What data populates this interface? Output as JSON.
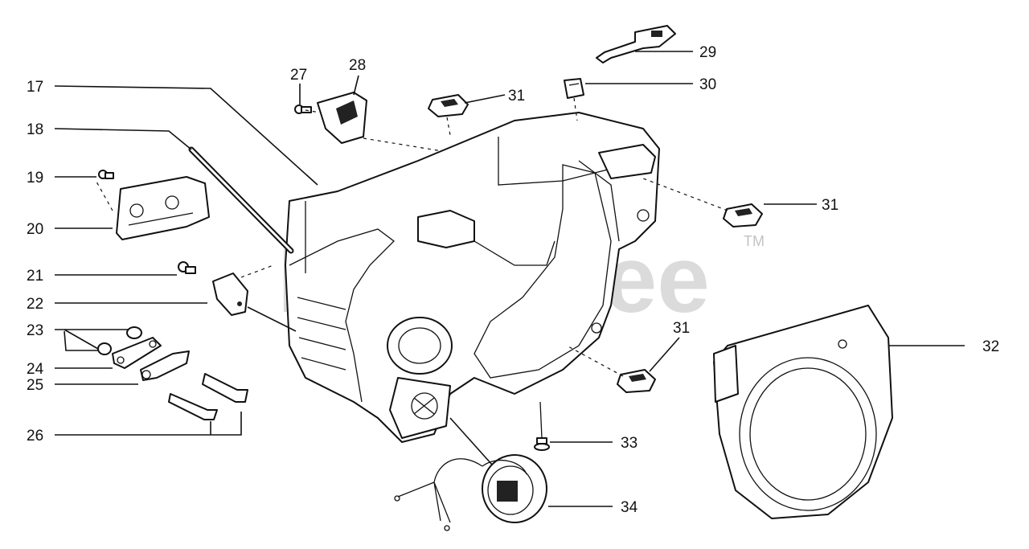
{
  "watermark": {
    "text": "PartsTree",
    "trademark": "TM"
  },
  "callouts": [
    {
      "id": "17",
      "label": "17"
    },
    {
      "id": "18",
      "label": "18"
    },
    {
      "id": "19",
      "label": "19"
    },
    {
      "id": "20",
      "label": "20"
    },
    {
      "id": "21",
      "label": "21"
    },
    {
      "id": "22",
      "label": "22"
    },
    {
      "id": "23",
      "label": "23"
    },
    {
      "id": "24",
      "label": "24"
    },
    {
      "id": "25",
      "label": "25"
    },
    {
      "id": "26",
      "label": "26"
    },
    {
      "id": "27",
      "label": "27"
    },
    {
      "id": "28",
      "label": "28"
    },
    {
      "id": "29",
      "label": "29"
    },
    {
      "id": "30",
      "label": "30"
    },
    {
      "id": "31a",
      "label": "31"
    },
    {
      "id": "31b",
      "label": "31"
    },
    {
      "id": "31c",
      "label": "31"
    },
    {
      "id": "32",
      "label": "32"
    },
    {
      "id": "33",
      "label": "33"
    },
    {
      "id": "34",
      "label": "34"
    }
  ]
}
